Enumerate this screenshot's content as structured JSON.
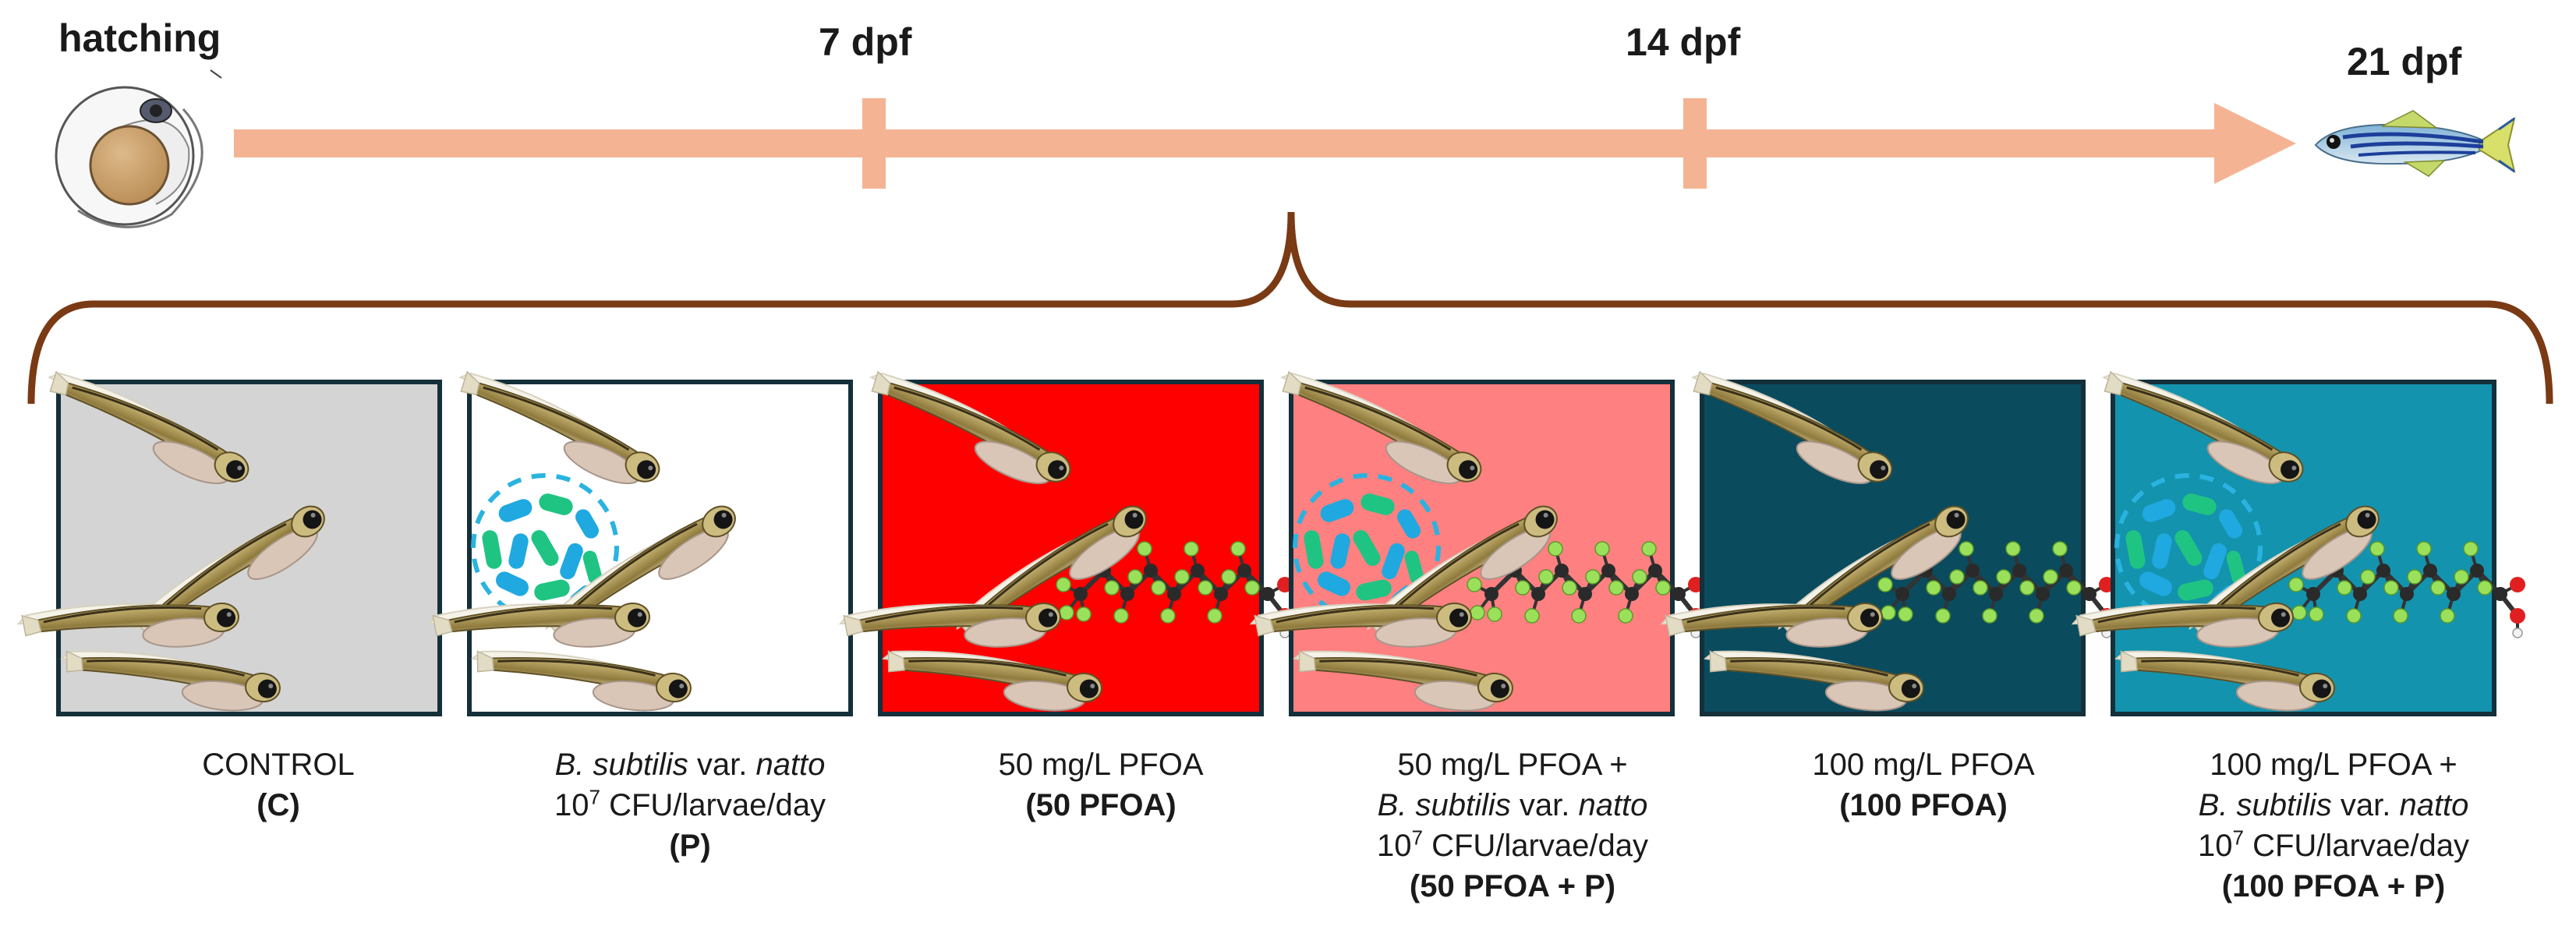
{
  "timeline": {
    "start_label": "hatching",
    "ticks": [
      "7 dpf",
      "14 dpf"
    ],
    "end_label": "21 dpf",
    "arrow_color": "#f4b494"
  },
  "bracket_color": "#7a3a14",
  "groups": [
    {
      "id": "control",
      "bg_color": "#d4d4d4",
      "probiotic": false,
      "pfoa": false,
      "caption": {
        "line1": "CONTROL",
        "abbr": "(C)"
      }
    },
    {
      "id": "probiotic",
      "bg_color": "#ffffff",
      "probiotic": true,
      "pfoa": false,
      "caption": {
        "bacterium": "B. subtilis",
        "var_word": " var. ",
        "strain": "natto",
        "dose_base": "10",
        "dose_exp": "7",
        "dose_unit": " CFU/larvae/day",
        "abbr": "(P)"
      }
    },
    {
      "id": "pfoa50",
      "bg_color": "#ff0000",
      "probiotic": false,
      "pfoa": true,
      "caption": {
        "line1": "50 mg/L PFOA",
        "abbr": "(50 PFOA)"
      }
    },
    {
      "id": "pfoa50p",
      "bg_color": "#ff8080",
      "probiotic": true,
      "pfoa": true,
      "caption": {
        "line1": "50 mg/L PFOA +",
        "bacterium": "B. subtilis",
        "var_word": " var. ",
        "strain": "natto",
        "dose_base": "10",
        "dose_exp": "7",
        "dose_unit": " CFU/larvae/day",
        "abbr": "(50 PFOA + P)"
      }
    },
    {
      "id": "pfoa100",
      "bg_color": "#0a4b5e",
      "probiotic": false,
      "pfoa": true,
      "caption": {
        "line1": "100 mg/L PFOA",
        "abbr": "(100 PFOA)"
      }
    },
    {
      "id": "pfoa100p",
      "bg_color": "#1393ad",
      "probiotic": true,
      "pfoa": true,
      "caption": {
        "line1": "100 mg/L PFOA +",
        "bacterium": "B. subtilis",
        "var_word": " var. ",
        "strain": "natto",
        "dose_base": "10",
        "dose_exp": "7",
        "dose_unit": " CFU/larvae/day",
        "abbr": "(100 PFOA + P)"
      }
    }
  ]
}
